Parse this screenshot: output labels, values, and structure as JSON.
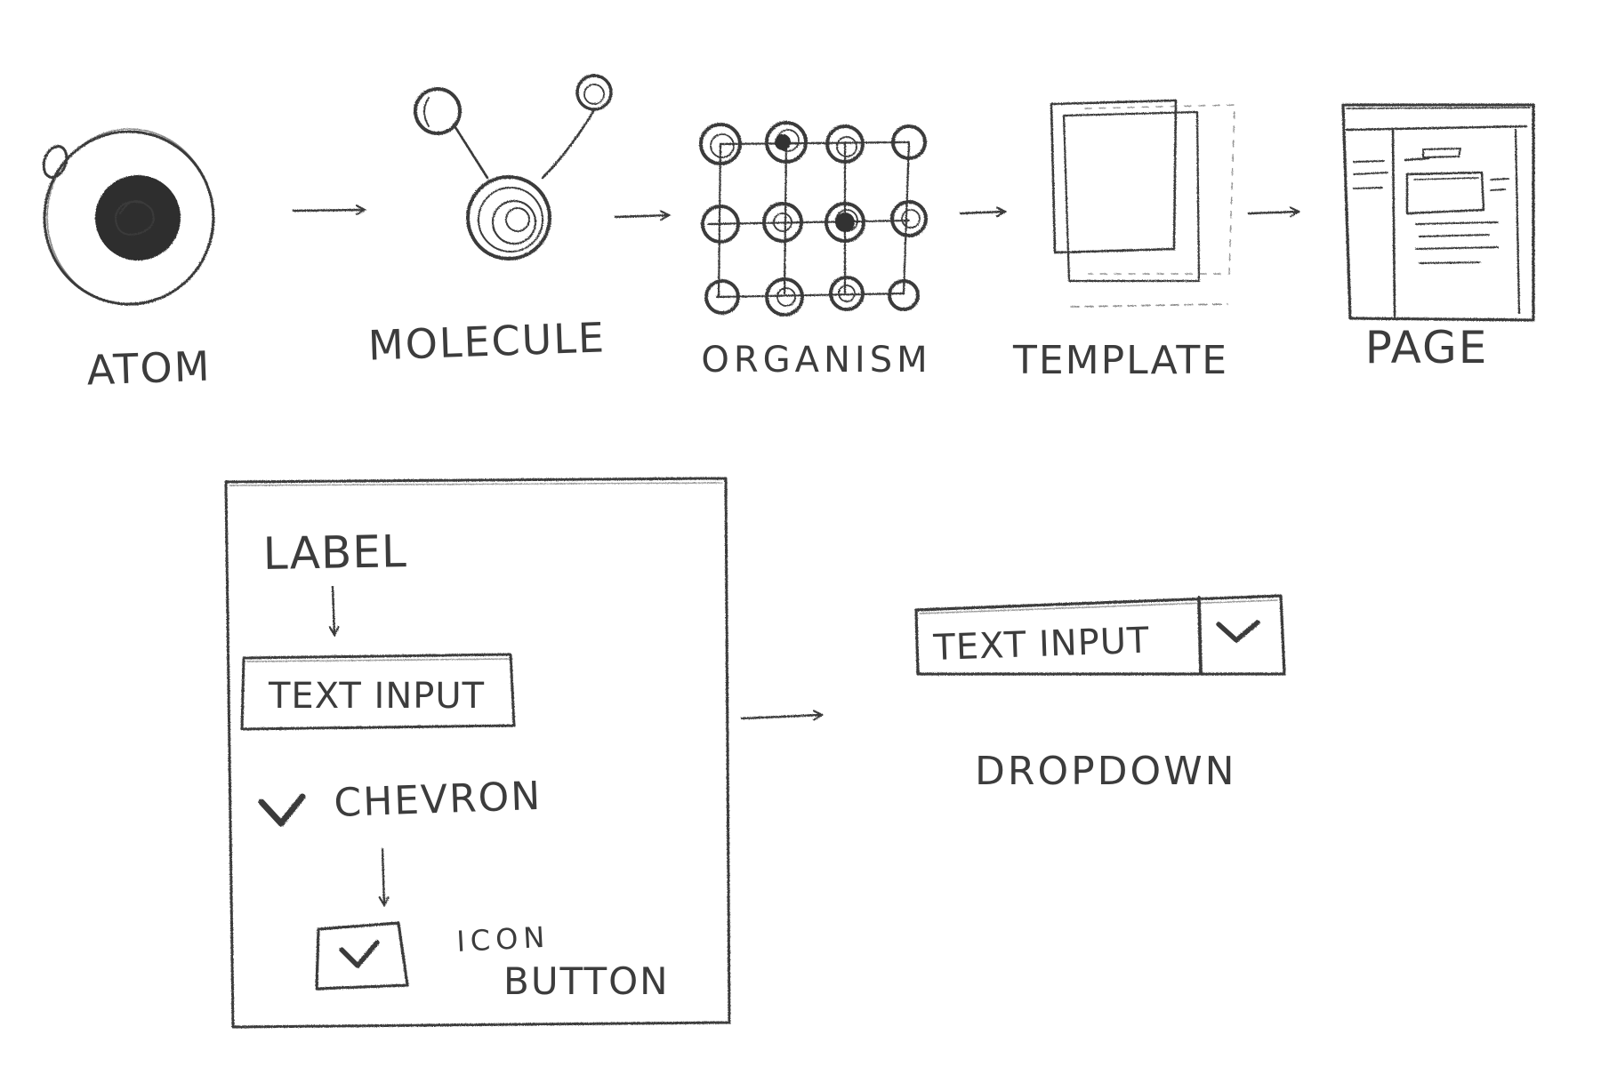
{
  "stages": [
    {
      "label": "ATOM",
      "icon": "atom-icon"
    },
    {
      "label": "MOLECULE",
      "icon": "molecule-icon"
    },
    {
      "label": "ORGANISM",
      "icon": "organism-icon"
    },
    {
      "label": "TEMPLATE",
      "icon": "template-icon"
    },
    {
      "label": "PAGE",
      "icon": "page-icon"
    }
  ],
  "breakdown": {
    "label": "LABEL",
    "text_input": "TEXT INPUT",
    "chevron": "CHEVRON",
    "icon_button_line1": "ICON",
    "icon_button_line2": "BUTTON"
  },
  "result": {
    "text_input": "TEXT INPUT",
    "caption": "DROPDOWN"
  },
  "colors": {
    "pencil": "#3a3a3a",
    "background": "#ffffff"
  }
}
